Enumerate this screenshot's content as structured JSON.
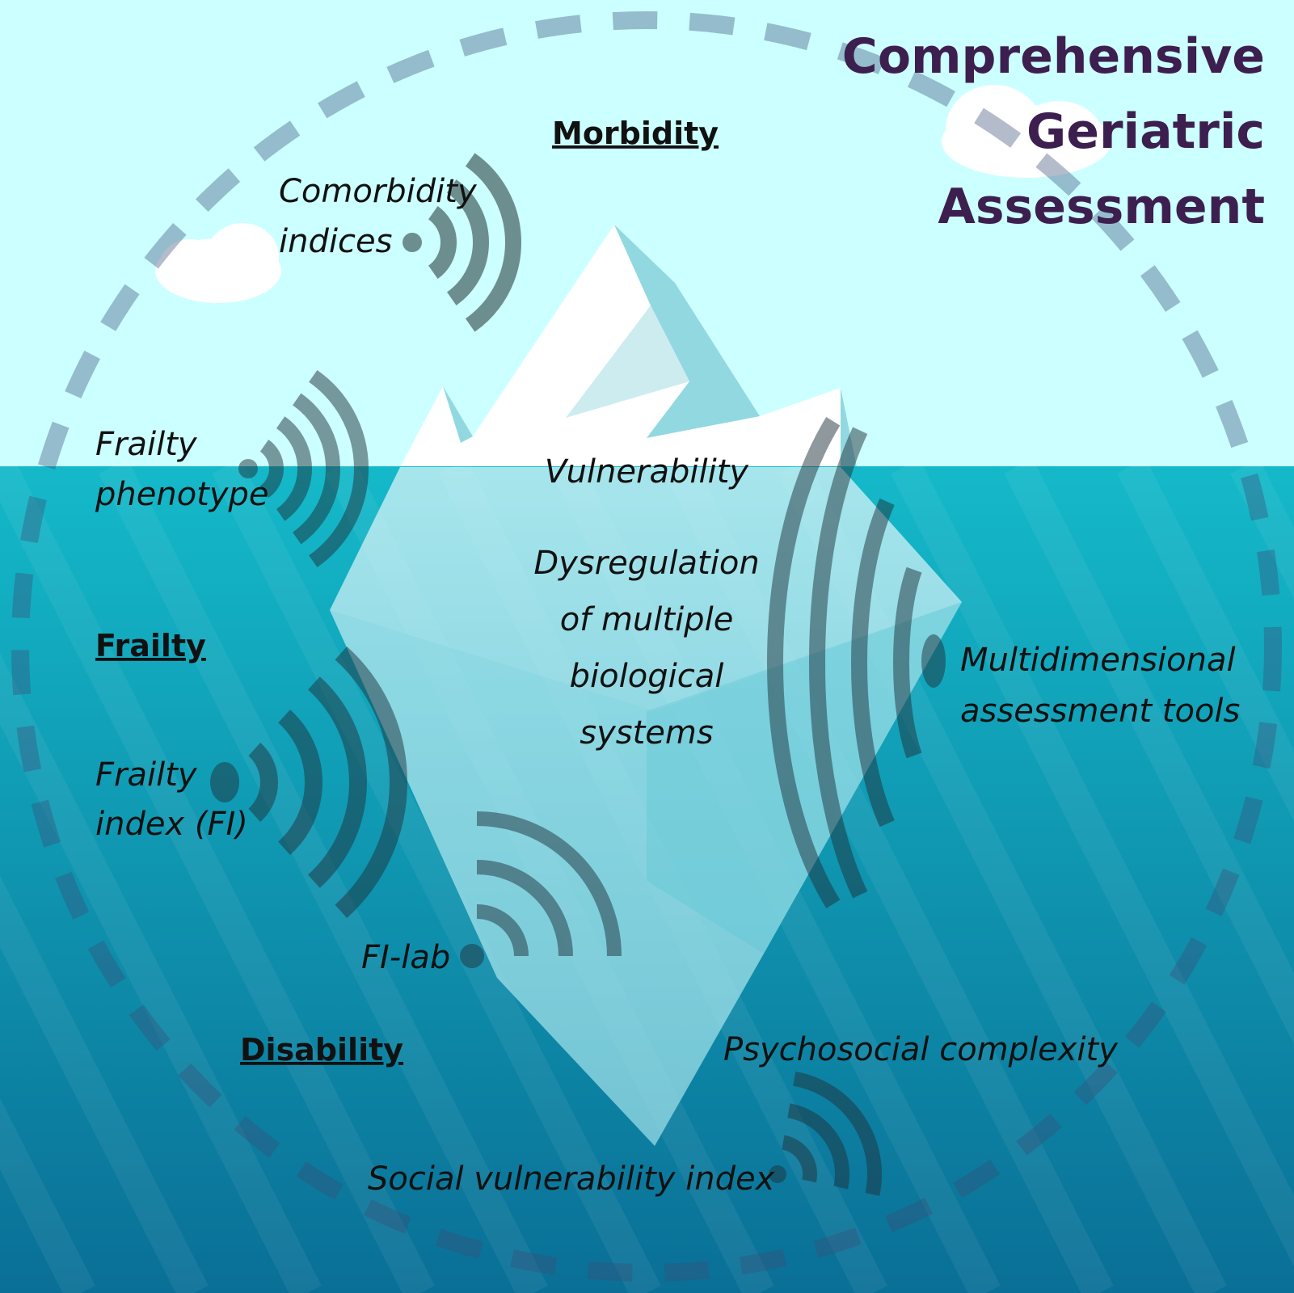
{
  "title": {
    "line1": "Comprehensive",
    "line2": "Geriatric",
    "line3": "Assessment"
  },
  "headings": {
    "morbidity": "Morbidity",
    "frailty": "Frailty",
    "disability": "Disability"
  },
  "center": {
    "vulnerability": "Vulnerability",
    "dys1": "Dysregulation",
    "dys2": "of multiple",
    "dys3": "biological",
    "dys4": "systems"
  },
  "tools": {
    "comorbidity1": "Comorbidity",
    "comorbidity2": "indices",
    "phenotype1": "Frailty",
    "phenotype2": "phenotype",
    "fi1": "Frailty",
    "fi2": "index (FI)",
    "filab": "FI-lab",
    "multi1": "Multidimensional",
    "multi2": "assessment tools",
    "psycho": "Psychosocial complexity",
    "svi": "Social vulnerability index"
  },
  "colors": {
    "sky": "#ccffff",
    "water_top": "#14b9c9",
    "water_bottom": "#0a6f96",
    "title": "#3d1f4f"
  }
}
